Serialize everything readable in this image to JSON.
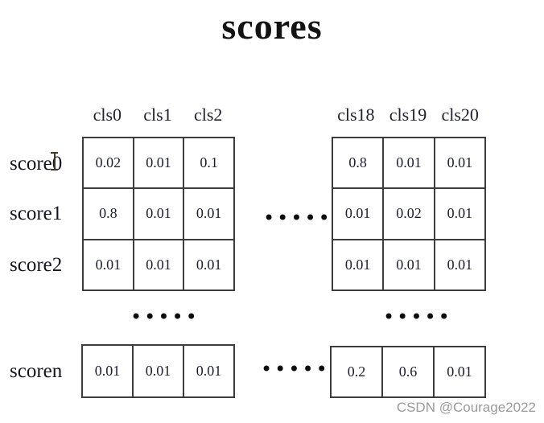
{
  "title": "scores",
  "ellipsis": "•••••",
  "row_labels": [
    "score0",
    "score1",
    "score2"
  ],
  "bottom_row_label": "scoren",
  "left_block": {
    "headers": [
      "cls0",
      "cls1",
      "cls2"
    ],
    "rows": [
      [
        "0.02",
        "0.01",
        "0.1"
      ],
      [
        "0.8",
        "0.01",
        "0.01"
      ],
      [
        "0.01",
        "0.01",
        "0.01"
      ]
    ]
  },
  "right_block": {
    "headers": [
      "cls18",
      "cls19",
      "cls20"
    ],
    "rows": [
      [
        "0.8",
        "0.01",
        "0.01"
      ],
      [
        "0.01",
        "0.02",
        "0.01"
      ],
      [
        "0.01",
        "0.01",
        "0.01"
      ]
    ]
  },
  "bottom_left_row": [
    "0.01",
    "0.01",
    "0.01"
  ],
  "bottom_right_row": [
    "0.2",
    "0.6",
    "0.01"
  ],
  "watermark": "CSDN @Courage2022",
  "colors": {
    "text": "#1d1d2b",
    "table_border": "#3d3d3d",
    "watermark": "#9a9a9a",
    "background": "#ffffff"
  }
}
